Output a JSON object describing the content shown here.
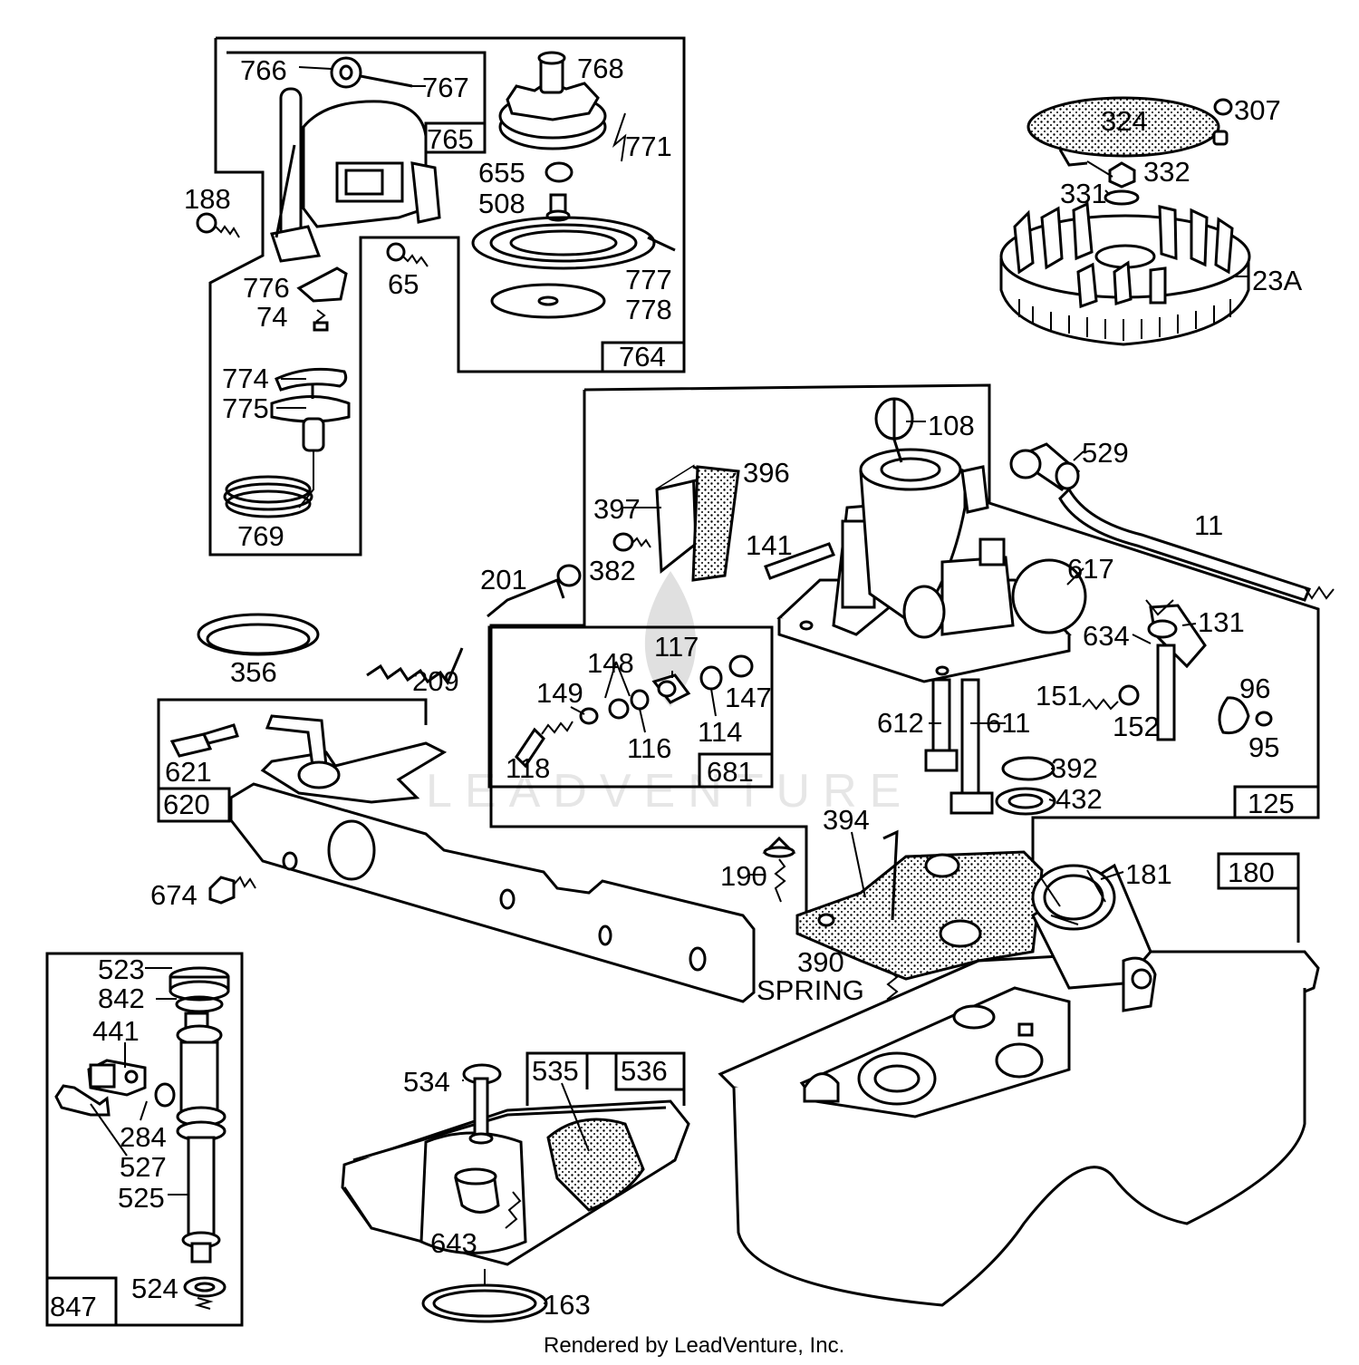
{
  "watermark": "LEADVENTURE",
  "footer": "Rendered by LeadVenture, Inc.",
  "callouts": {
    "c766": "766",
    "c767": "767",
    "c765": "765",
    "c768": "768",
    "c771": "771",
    "c655": "655",
    "c508": "508",
    "c777": "777",
    "c778": "778",
    "c764": "764",
    "c188": "188",
    "c776": "776",
    "c74": "74",
    "c65": "65",
    "c774": "774",
    "c775": "775",
    "c769": "769",
    "c324": "324",
    "c307": "307",
    "c332": "332",
    "c331": "331",
    "c23A": "23A",
    "c108": "108",
    "c529": "529",
    "c11": "11",
    "c396": "396",
    "c397": "397",
    "c141": "141",
    "c201": "201",
    "c382": "382",
    "c617": "617",
    "c131": "131",
    "c634": "634",
    "c356": "356",
    "c209": "209",
    "c117": "117",
    "c148": "148",
    "c149": "149",
    "c147": "147",
    "c114": "114",
    "c116": "116",
    "c118": "118",
    "c681": "681",
    "c612": "612",
    "c611": "611",
    "c151": "151",
    "c152": "152",
    "c96": "96",
    "c95": "95",
    "c392": "392",
    "c432": "432",
    "c125": "125",
    "c621": "621",
    "c620": "620",
    "c674": "674",
    "c394": "394",
    "c190": "190",
    "c181": "181",
    "c180": "180",
    "c390": "390",
    "cSpring": "SPRING",
    "c523": "523",
    "c842": "842",
    "c441": "441",
    "c284": "284",
    "c527": "527",
    "c525": "525",
    "c847": "847",
    "c524": "524",
    "c534": "534",
    "c535": "535",
    "c536": "536",
    "c643": "643",
    "c163": "163"
  }
}
